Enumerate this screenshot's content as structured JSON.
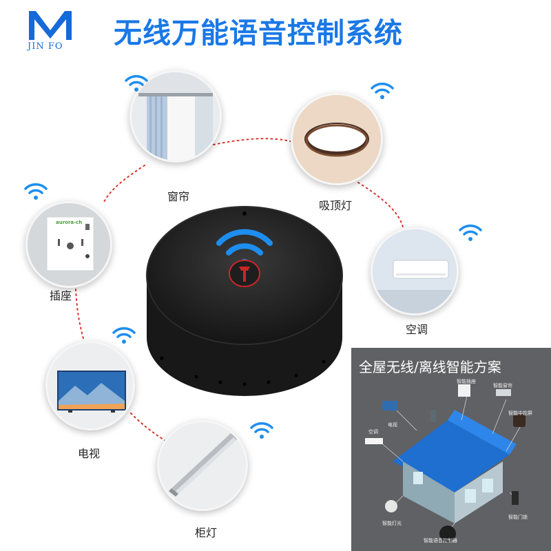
{
  "brand": {
    "logo_letter": "M",
    "logo_sub": "JIN FO"
  },
  "title": "无线万能语音控制系统",
  "devices": [
    {
      "id": "curtain",
      "label": "窗帘",
      "icon": "curtain-image"
    },
    {
      "id": "ceiling-light",
      "label": "吸顶灯",
      "icon": "ceiling-light-image"
    },
    {
      "id": "socket",
      "label": "插座",
      "icon": "socket-image",
      "brand_text": "aurora-ch"
    },
    {
      "id": "air-conditioner",
      "label": "空调",
      "icon": "air-conditioner-image"
    },
    {
      "id": "tv",
      "label": "电视",
      "icon": "tv-image"
    },
    {
      "id": "cabinet-light",
      "label": "柜灯",
      "icon": "cabinet-light-image"
    }
  ],
  "hub": {
    "icon": "voice-hub-device",
    "indicator": "wifi-icon"
  },
  "panel": {
    "title": "全屋无线/离线智能方案",
    "items": [
      "智能插座",
      "智能窗帘",
      "电视",
      "智能中控屏",
      "空调",
      "智能灯光",
      "智能门锁",
      "智能语音控制器"
    ]
  },
  "colors": {
    "accent": "#1a78e6",
    "wifi": "#1d8ef0",
    "link_dots": "#d9342b",
    "panel_bg": "#606164"
  }
}
